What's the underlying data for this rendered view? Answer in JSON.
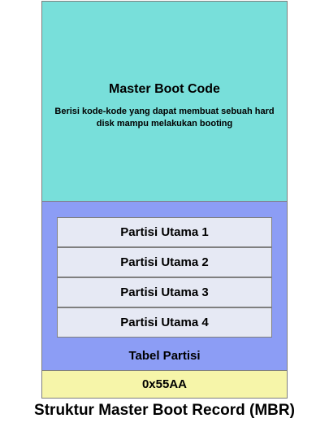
{
  "boot_code": {
    "title": "Master Boot Code",
    "description": "Berisi kode-kode yang dapat membuat sebuah hard disk mampu melakukan booting",
    "color": "#78dfda"
  },
  "partition_table": {
    "entries": [
      "Partisi Utama 1",
      "Partisi Utama 2",
      "Partisi Utama 3",
      "Partisi Utama 4"
    ],
    "label": "Tabel Partisi",
    "color": "#8c9df5",
    "entry_color": "#e6e9f4"
  },
  "signature": {
    "label": "0x55AA",
    "color": "#f6f5a9"
  },
  "caption": "Struktur Master Boot Record (MBR)"
}
